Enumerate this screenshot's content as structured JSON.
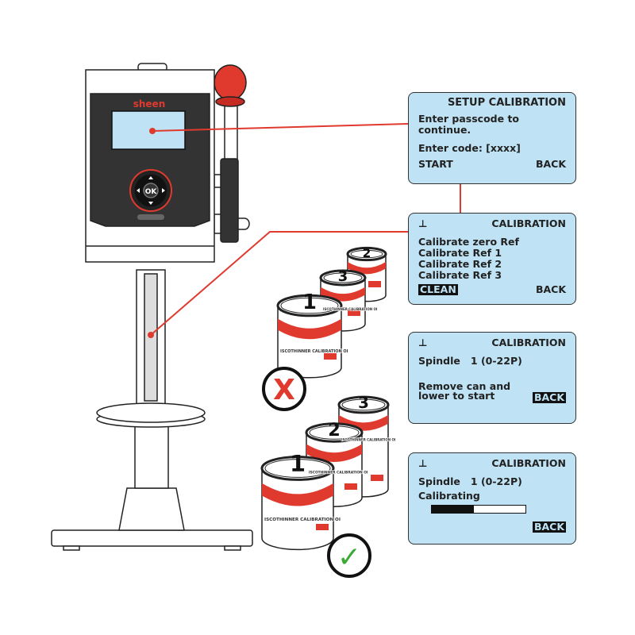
{
  "device": {
    "brand": "sheen",
    "keypad_ok": "OK"
  },
  "screens": [
    {
      "title": "SETUP CALIBRATION",
      "lines": [
        "Enter passcode to",
        "continue."
      ],
      "code_line": "Enter code: [xxxx]",
      "left": "START",
      "right": "BACK"
    },
    {
      "icon": "spindle-icon",
      "icon_glyph": "⊥",
      "title": "CALIBRATION",
      "lines": [
        "Calibrate zero Ref",
        "Calibrate Ref 1",
        "Calibrate Ref 2",
        "Calibrate Ref 3"
      ],
      "left": "CLEAN",
      "right": "BACK"
    },
    {
      "icon": "spindle-icon",
      "icon_glyph": "⊥",
      "title": "CALIBRATION",
      "spindle": "Spindle   1 (0-22P)",
      "lines": [
        "Remove can and",
        "lower to start"
      ],
      "right": "BACK"
    },
    {
      "icon": "spindle-icon",
      "icon_glyph": "⊥",
      "title": "CALIBRATION",
      "spindle": "Spindle   1 (0-22P)",
      "status": "Calibrating",
      "progress": 0.45,
      "right": "BACK"
    }
  ],
  "cans_wrong": {
    "numbers": [
      "2",
      "3",
      "1"
    ],
    "label": "ISCOTHINNER CALIBRATION OI",
    "mark": "X"
  },
  "cans_right": {
    "numbers": [
      "3",
      "2",
      "1"
    ],
    "label": "ISCOTHINNER CALIBRATION OI",
    "mark": "✓"
  },
  "colors": {
    "red": "#e03a2f",
    "lcd": "#bfe3f4",
    "panel": "#333333",
    "green": "#3aaa35"
  }
}
